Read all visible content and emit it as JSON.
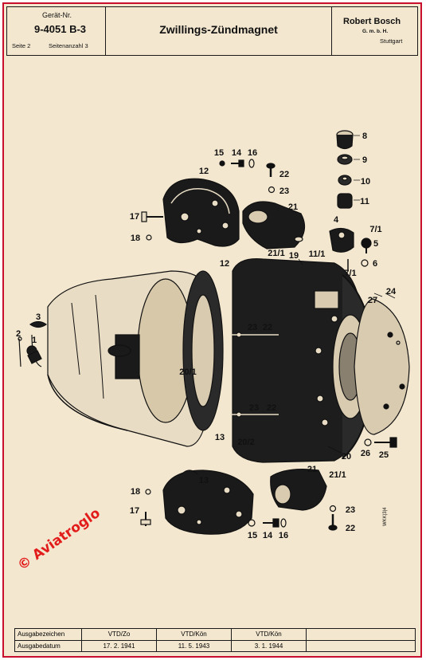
{
  "header": {
    "geraet_label": "Gerät-Nr.",
    "geraet_number": "9-4051 B-3",
    "seite": "Seite 2",
    "seitenanzahl": "Seitenanzahl 3",
    "title": "Zwillings-Zündmagnet",
    "company": "Robert Bosch",
    "company_form": "G. m. b. H.",
    "city": "Stuttgart"
  },
  "diagram": {
    "callouts": [
      {
        "id": "c8",
        "text": "8"
      },
      {
        "id": "c9",
        "text": "9"
      },
      {
        "id": "c10",
        "text": "10"
      },
      {
        "id": "c11",
        "text": "11"
      },
      {
        "id": "c15a",
        "text": "15"
      },
      {
        "id": "c14a",
        "text": "14"
      },
      {
        "id": "c16a",
        "text": "16"
      },
      {
        "id": "c12a",
        "text": "12"
      },
      {
        "id": "c22a",
        "text": "22"
      },
      {
        "id": "c23a",
        "text": "23"
      },
      {
        "id": "c21a",
        "text": "21"
      },
      {
        "id": "c17a",
        "text": "17"
      },
      {
        "id": "c18a",
        "text": "18"
      },
      {
        "id": "c4",
        "text": "4"
      },
      {
        "id": "c71a",
        "text": "7/1"
      },
      {
        "id": "c5",
        "text": "5"
      },
      {
        "id": "c211a",
        "text": "21/1"
      },
      {
        "id": "c19",
        "text": "19"
      },
      {
        "id": "c111",
        "text": "11/1"
      },
      {
        "id": "c6",
        "text": "6"
      },
      {
        "id": "c71b",
        "text": "7/1"
      },
      {
        "id": "c12b",
        "text": "12"
      },
      {
        "id": "c24",
        "text": "24"
      },
      {
        "id": "c27",
        "text": "27"
      },
      {
        "id": "c3",
        "text": "3"
      },
      {
        "id": "c2",
        "text": "2"
      },
      {
        "id": "c1",
        "text": "1"
      },
      {
        "id": "c23b",
        "text": "23"
      },
      {
        "id": "c22b",
        "text": "22"
      },
      {
        "id": "c201a",
        "text": "20/1"
      },
      {
        "id": "c23c",
        "text": "23"
      },
      {
        "id": "c22c",
        "text": "22"
      },
      {
        "id": "c13a",
        "text": "13"
      },
      {
        "id": "c202",
        "text": "20/2"
      },
      {
        "id": "c20",
        "text": "20"
      },
      {
        "id": "c26",
        "text": "26"
      },
      {
        "id": "c25",
        "text": "25"
      },
      {
        "id": "c21b",
        "text": "21"
      },
      {
        "id": "c211b",
        "text": "21/1"
      },
      {
        "id": "c18b",
        "text": "18"
      },
      {
        "id": "c13b",
        "text": "13"
      },
      {
        "id": "c17b",
        "text": "17"
      },
      {
        "id": "c23d",
        "text": "23"
      },
      {
        "id": "c22d",
        "text": "22"
      },
      {
        "id": "c15b",
        "text": "15"
      },
      {
        "id": "c14b",
        "text": "14"
      },
      {
        "id": "c16b",
        "text": "16"
      }
    ]
  },
  "watermark": "© Aviatroglo",
  "footer": {
    "row1_label": "Ausgabezeichen",
    "row1_values": [
      "VTD/Zo",
      "VTD/Kön",
      "VTD/Kön"
    ],
    "row2_label": "Ausgabedatum",
    "row2_values": [
      "17. 2. 1941",
      "11. 5. 1943",
      "3. 1. 1944"
    ]
  },
  "colors": {
    "paper": "#f3e7cf",
    "border": "#c8102e",
    "ink": "#111111",
    "watermark": "#e21b1b"
  }
}
